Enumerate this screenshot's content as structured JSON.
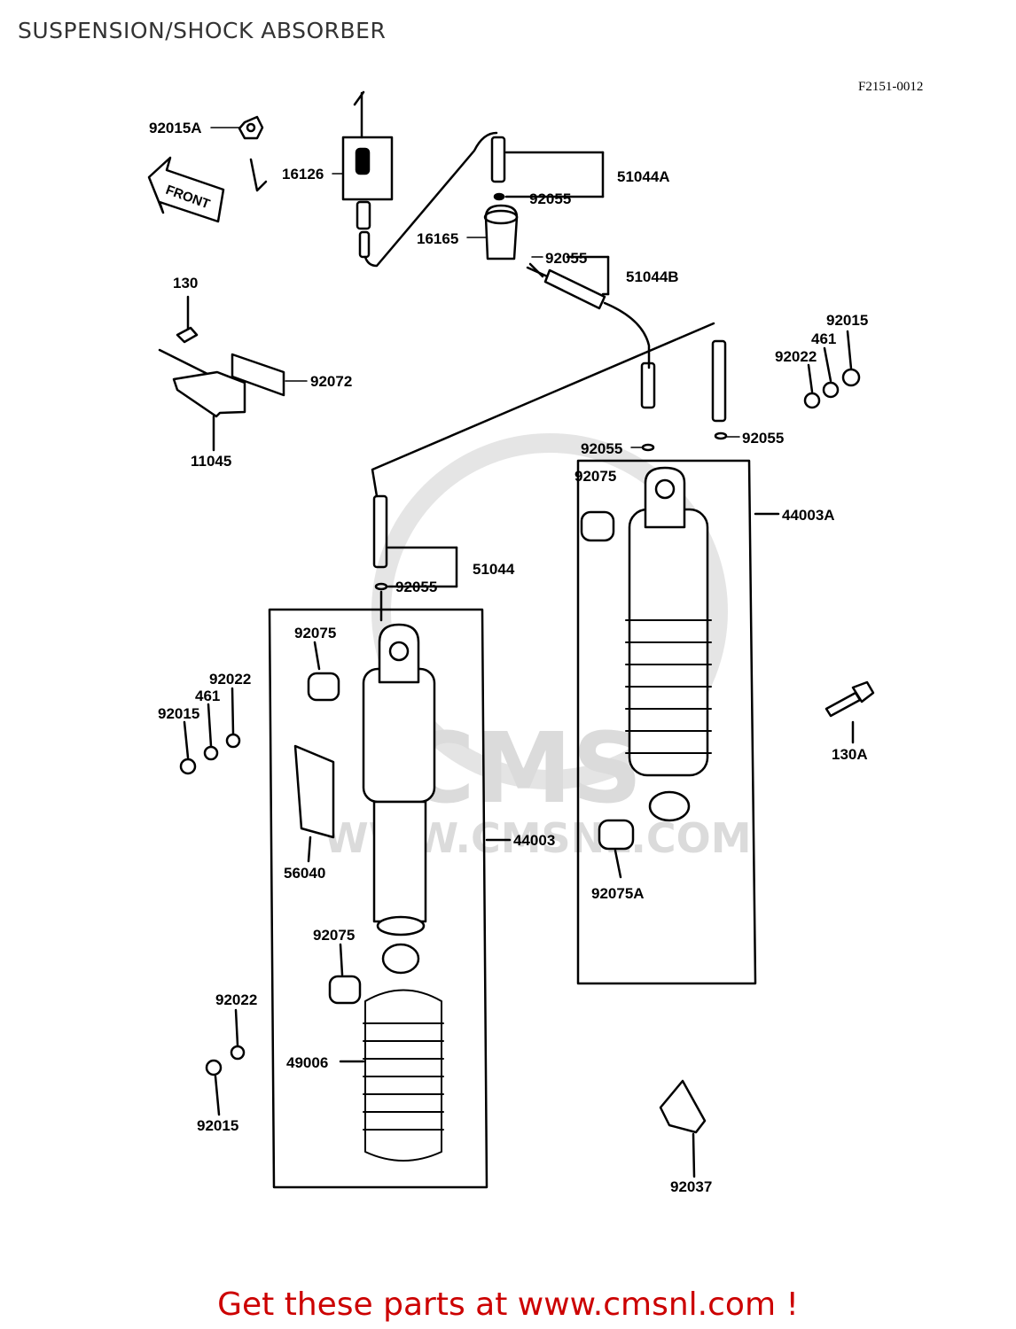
{
  "header": {
    "title": "SUSPENSION/SHOCK ABSORBER",
    "diagram_code": "F2151-0012"
  },
  "direction_arrow": {
    "label": "FRONT"
  },
  "watermark": {
    "brand": "CMS",
    "site": "WWW.CMSNL.COM"
  },
  "parts": [
    {
      "key": "p92015A",
      "label": "92015A"
    },
    {
      "key": "p16126",
      "label": "16126"
    },
    {
      "key": "p51044A",
      "label": "51044A"
    },
    {
      "key": "p92055_a",
      "label": "92055"
    },
    {
      "key": "p16165",
      "label": "16165"
    },
    {
      "key": "p92055_b",
      "label": "92055"
    },
    {
      "key": "p51044B",
      "label": "51044B"
    },
    {
      "key": "p130",
      "label": "130"
    },
    {
      "key": "p92072",
      "label": "92072"
    },
    {
      "key": "p11045",
      "label": "11045"
    },
    {
      "key": "p92015_r",
      "label": "92015"
    },
    {
      "key": "p461_r",
      "label": "461"
    },
    {
      "key": "p92022_r",
      "label": "92022"
    },
    {
      "key": "p92055_c",
      "label": "92055"
    },
    {
      "key": "p92055_d",
      "label": "92055"
    },
    {
      "key": "p92075_r",
      "label": "92075"
    },
    {
      "key": "p44003A",
      "label": "44003A"
    },
    {
      "key": "p51044",
      "label": "51044"
    },
    {
      "key": "p92055_e",
      "label": "92055"
    },
    {
      "key": "p92075_l",
      "label": "92075"
    },
    {
      "key": "p92022_l",
      "label": "92022"
    },
    {
      "key": "p461_l",
      "label": "461"
    },
    {
      "key": "p92015_l",
      "label": "92015"
    },
    {
      "key": "p130A",
      "label": "130A"
    },
    {
      "key": "p44003",
      "label": "44003"
    },
    {
      "key": "p56040",
      "label": "56040"
    },
    {
      "key": "p92075A",
      "label": "92075A"
    },
    {
      "key": "p92075_b",
      "label": "92075"
    },
    {
      "key": "p92022_b",
      "label": "92022"
    },
    {
      "key": "p49006",
      "label": "49006"
    },
    {
      "key": "p92015_b",
      "label": "92015"
    },
    {
      "key": "p92037",
      "label": "92037"
    }
  ],
  "footer": {
    "text": "Get these parts at www.cmsnl.com !"
  }
}
